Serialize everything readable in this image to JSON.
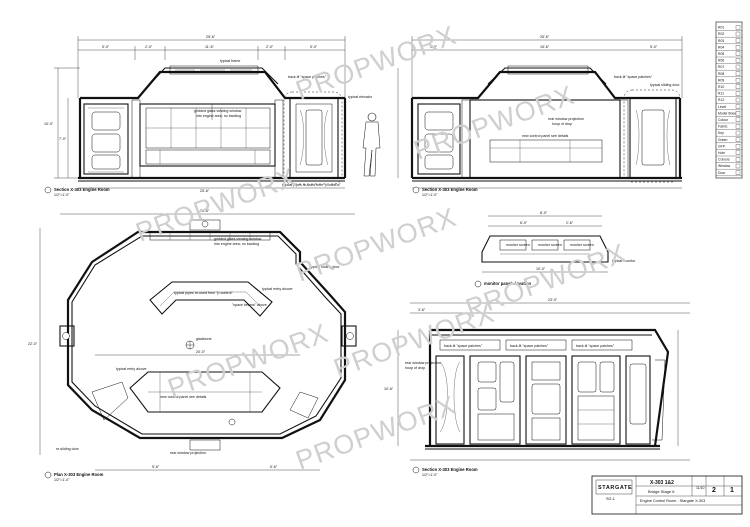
{
  "watermark": "PROPWORX",
  "views": {
    "section_a": {
      "title": "Section X-303 Engine Room",
      "scale": "1/2\"=1'-0\""
    },
    "section_b": {
      "title": "Section X-303 Engine Room",
      "scale": "1/2\"=1'-0\""
    },
    "plan": {
      "title": "Plan X-303 Engine Room",
      "scale": "1/2\"=1'-0\""
    },
    "monitor": {
      "title": "monitor panel elevation",
      "scale": ""
    },
    "section_c": {
      "title": "Section X-303 Engine Room",
      "scale": "1/2\"=1'-0\""
    }
  },
  "notes": {
    "typical_frame": "typical frame",
    "back_lit_space_patches": "back-lit \"space patches\"",
    "typical_sliding_door": "typical sliding door",
    "typical_elevator": "typical elevator",
    "gridded_glass": "gridded glass viewing window",
    "gridded_glass_2": "into engine area; no backing",
    "new_control_panel": "new control panel see details",
    "reclaimed_pipes": "typical pipes re-used from \"p-control\"",
    "typical_entry_alcove": "typical entry alcove",
    "space_beams": "\"space beams\" above",
    "gladstone": "gladstone",
    "rear_window_projection": "rear window projection",
    "hoop_of_drop": "hoop of drop",
    "re_sliding_door": "re-sliding door",
    "typical_monitor": "typical monitor",
    "monitor_screen": "monitor screen"
  },
  "dims": {
    "a_overall": "25'-6\"",
    "a_seg1": "5'-0\"",
    "a_seg2": "2'-0\"",
    "a_seg3": "11'-6\"",
    "a_seg4": "2'-0\"",
    "a_seg5": "5'-0\"",
    "a_bottom": "25'-6\"",
    "a_height": "10'-0\"",
    "a_sub": "7'-0\"",
    "b_overall": "25'-6\"",
    "b_seg1": "5'-0\"",
    "b_seg2": "15'-6\"",
    "b_seg3": "5'-0\"",
    "plan_w": "25'-6\"",
    "plan_h": "22'-0\"",
    "plan_inner": "20'-0\"",
    "plan_bottom": "5'-6\"",
    "mon_w": "8'-0\"",
    "mon_inner": "6'-0\"",
    "mon_sub": "2'-6\"",
    "mon_bottom": "10'-0\"",
    "c_overall": "23'-0\"",
    "c_seg": "3'-6\"",
    "c_h": "10'-6\""
  },
  "legend": [
    "R01",
    "R02",
    "R03",
    "R04",
    "R05",
    "R06",
    "R07",
    "R08",
    "R09",
    "R10",
    "R11",
    "R12",
    "Level",
    "Model Sheet",
    "Colour",
    "Fabric",
    "Key",
    "Green",
    "GFP",
    "Hole",
    "Colours",
    "Window",
    "Door"
  ],
  "title_block": {
    "logo": "STARGATE",
    "logo_sub": "SG-1",
    "sheet_number": "X-303 1&2",
    "stage": "Bridge Stage 6",
    "title": "Engine Control Room - Stargate X-303",
    "date": "11/10",
    "rev": "2",
    "page": "1"
  }
}
